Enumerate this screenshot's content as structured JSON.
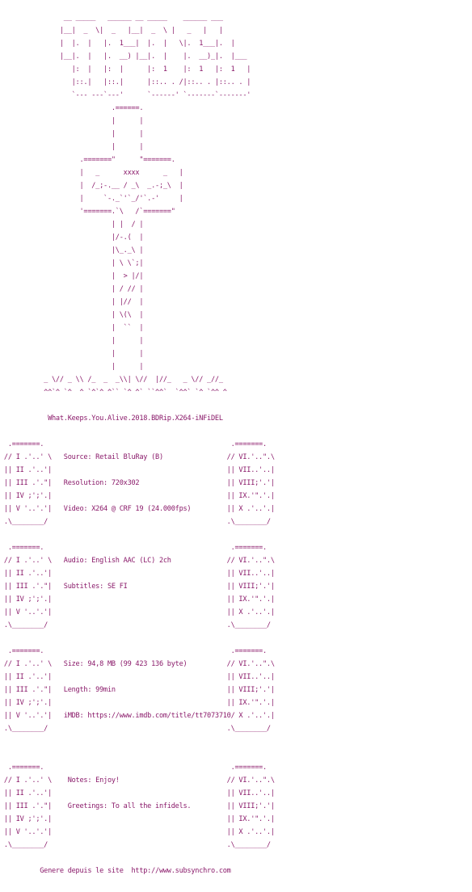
{
  "nfo": {
    "lines": [
      "                __ _____   ______ __ _____    ______ ___",
      "               |__|  _  \\|  _   |__|  _  \\ |   _   |   |",
      "               |  |.  |   |.  1___|  |.  |   \\|.  1___|.  |",
      "               |__|.  |   |.  __) |__|.  |    |.  __)_|.  |___",
      "                  |:  |   |:  |      |:  1    |:  1   |:  1   |",
      "                  |::.|   |::.|      |::.. . /|::.. . |::.. . |",
      "                  `--- ---`---'      `------' `-------`-------'",
      "                            .======.",
      "                            |      |",
      "                            |      |",
      "                            |      |",
      "                    .=======\"      \"=======.",
      "                    |   _      xxxx      _   |",
      "                    |  /_;-.__ / _\\  _.-;_\\  |",
      "                    |     `-._`'`_/'`.-'     |",
      "                    '=======.`\\   /`=======\"",
      "                            | |  / |",
      "                            |/-.(  |",
      "                            |\\_._\\ |",
      "                            | \\ \\`;|",
      "                            |  > |/|",
      "                            | / // |",
      "                            | |//  |",
      "                            | \\(\\  |",
      "                            |  ``  |",
      "                            |      |",
      "                            |      |",
      "                            |      |",
      "           _ \\// _ \\\\ /_  _  _\\\\| \\//  |//_   _ \\// _//_",
      "           ^^`^ `^  ^ `^`^ ^`` `^ ^` ``^^`  `^^` `^ `^^ ^",
      "",
      "            What.Keeps.You.Alive.2018.BDRip.X264-iNFiDEL",
      "",
      "  .=======.                                               .=======.",
      " // I .'..' \\   Source: Retail BluRay (B)                // VI.'..\".\\",
      " || II .'..'|                                            || VII..'..|",
      " || III .'.\"|   Resolution: 720x302                      || VIII;'.'|",
      " || IV ;';'.|                                            || IX.'\".'.|",
      " || V '..'.'|   Video: X264 @ CRF 19 (24.000fps)         || X .'..'.|",
      " .\\________/                                             .\\________/",
      "",
      "  .=======.                                               .=======.",
      " // I .'..' \\   Audio: English AAC (LC) 2ch              // VI.'..\".\\",
      " || II .'..'|                                            || VII..'..|",
      " || III .'.\"|   Subtitles: SE FI                         || VIII;'.'|",
      " || IV ;';'.|                                            || IX.'\".'.|",
      " || V '..'.'|                                            || X .'..'.|",
      " .\\________/                                             .\\________/",
      "",
      "  .=======.                                               .=======.",
      " // I .'..' \\   Size: 94,8 MB (99 423 136 byte)          // VI.'..\".\\",
      " || II .'..'|                                            || VII..'..|",
      " || III .'.\"|   Length: 99min                            || VIII;'.'|",
      " || IV ;';'.|                                            || IX.'\".'.|",
      " || V '..'.'|   iMDB: https://www.imdb.com/title/tt7073710/ X .'..'.|",
      " .\\________/                                             .\\________/",
      "",
      "",
      "  .=======.                                               .=======.",
      " // I .'..' \\    Notes: Enjoy!                           // VI.'..\".\\",
      " || II .'..'|                                            || VII..'..|",
      " || III .'.\"|    Greetings: To all the infidels.         || VIII;'.'|",
      " || IV ;';'.|                                            || IX.'\".'.|",
      " || V '..'.'|                                            || X .'..'.|",
      " .\\________/                                             .\\________/",
      "",
      "          Genere depuis le site  http://www.subsynchro.com"
    ]
  }
}
